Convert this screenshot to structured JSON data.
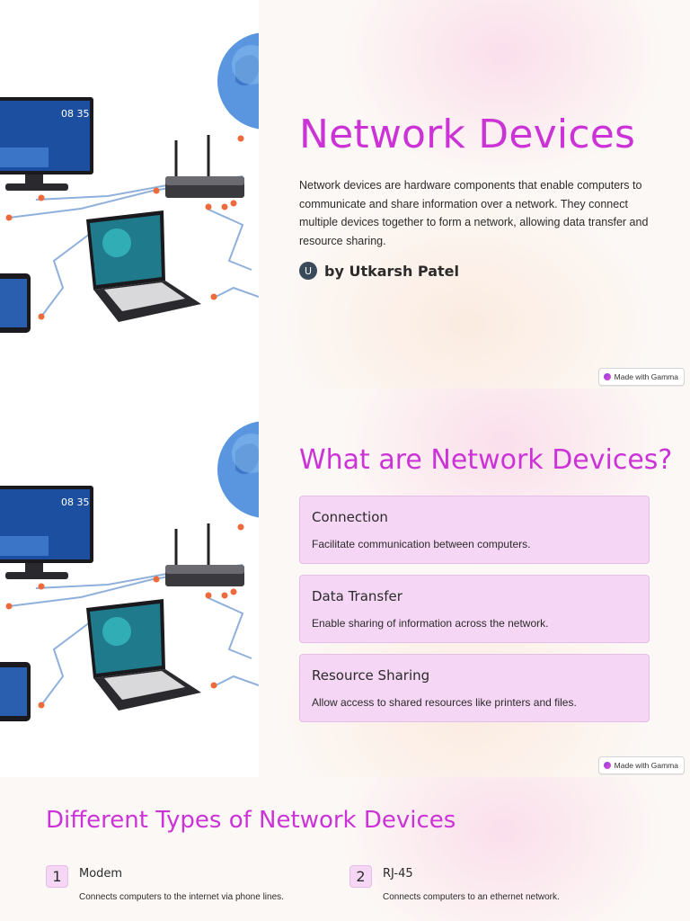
{
  "slide1": {
    "title": "Network Devices",
    "intro": "Network devices are hardware components that enable computers to communicate and share information over a network. They connect multiple devices together to form a network, allowing data transfer and resource sharing.",
    "author_initial": "U",
    "author": "by Utkarsh Patel",
    "badge": "Made with Gamma",
    "screen_time": "08 35"
  },
  "slide2": {
    "title": "What are Network Devices?",
    "cards": [
      {
        "title": "Connection",
        "desc": "Facilitate communication between computers."
      },
      {
        "title": "Data Transfer",
        "desc": "Enable sharing of information across the network."
      },
      {
        "title": "Resource Sharing",
        "desc": "Allow access to shared resources like printers and files."
      }
    ],
    "badge": "Made with Gamma",
    "screen_time": "08 35"
  },
  "slide3": {
    "title": "Different Types of Network Devices",
    "items": [
      {
        "num": "1",
        "name": "Modem",
        "desc": "Connects computers to the internet via phone lines."
      },
      {
        "num": "2",
        "name": "RJ-45",
        "desc": "Connects computers to an ethernet network."
      }
    ]
  },
  "colors": {
    "accent": "#cc33d6",
    "card_bg": "#f5d6f4",
    "text": "#2b2b2b"
  },
  "icons": [
    "network-illustration",
    "globe-icon",
    "router-icon",
    "monitor-icon",
    "laptop-icon",
    "gamma-logo-icon"
  ]
}
